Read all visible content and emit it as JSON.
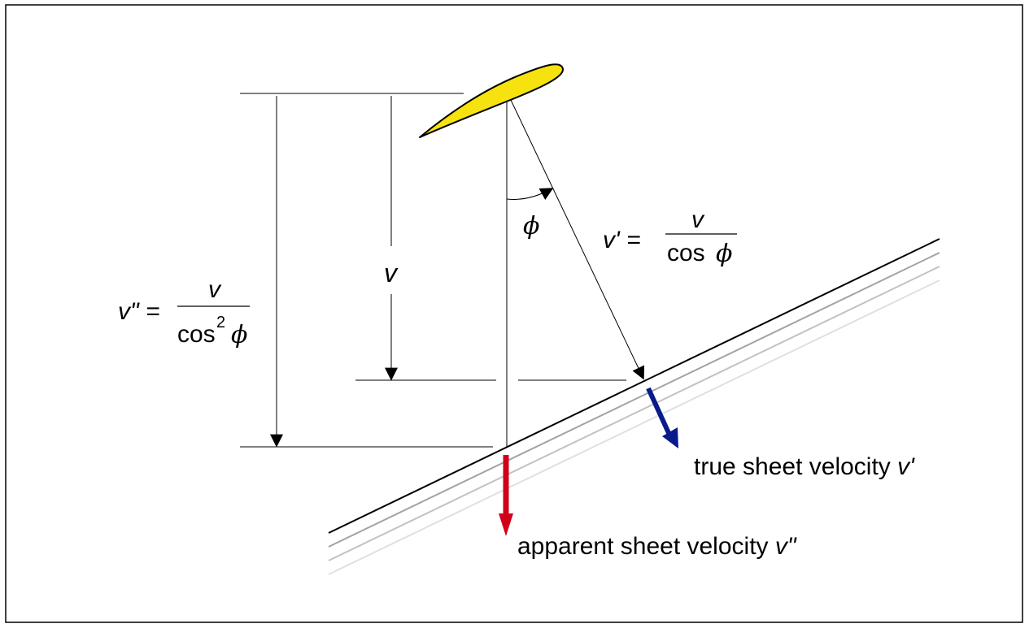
{
  "colors": {
    "airfoil_fill": "#f5e20e",
    "true_arrow": "#0a1a8c",
    "apparent_arrow": "#d0001a",
    "sheet_lines": [
      "#000000",
      "#a3a3a3",
      "#c2c2c2",
      "#e0e0e0"
    ]
  },
  "labels": {
    "v_symbol": "v",
    "phi_symbol": "ϕ",
    "v_prime_lhs": "v' =",
    "v_prime_num": "v",
    "v_prime_den_cos": "cos",
    "v_prime_den_phi": "ϕ",
    "v_dprime_lhs": "v\" =",
    "v_dprime_num": "v",
    "v_dprime_den_cos": "cos",
    "v_dprime_den_exp": "2",
    "v_dprime_den_phi": "ϕ",
    "true_label_text": "true sheet velocity ",
    "true_label_var": "v'",
    "apparent_label_text": "apparent sheet velocity ",
    "apparent_label_var": "v\""
  }
}
